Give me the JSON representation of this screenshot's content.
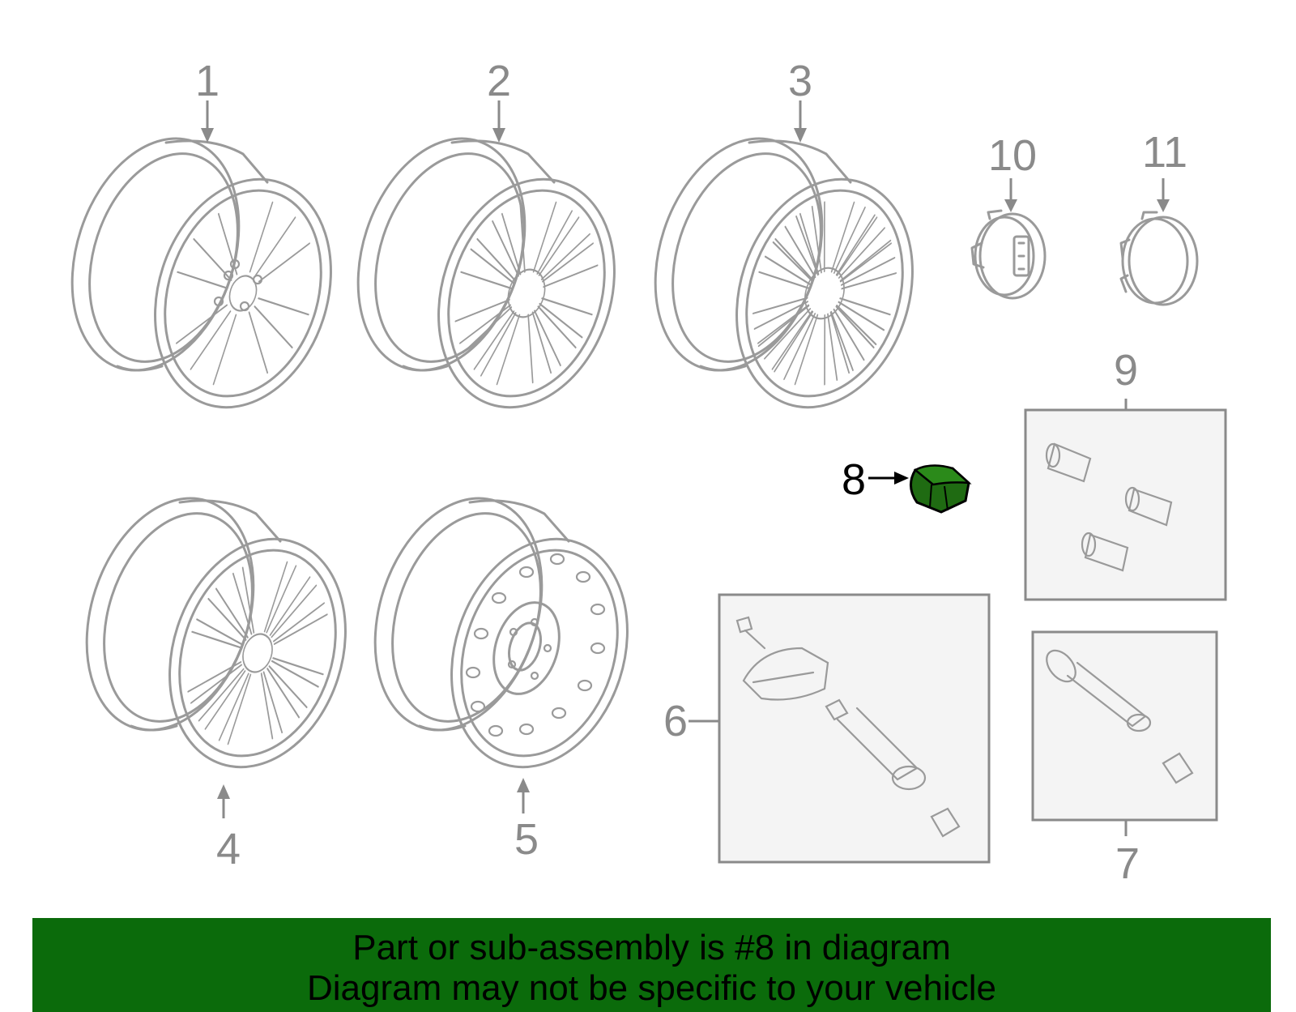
{
  "callouts": {
    "c1": "1",
    "c2": "2",
    "c3": "3",
    "c4": "4",
    "c5": "5",
    "c6": "6",
    "c7": "7",
    "c8": "8",
    "c9": "9",
    "c10": "10",
    "c11": "11"
  },
  "highlighted_part": "8",
  "colors": {
    "banner_background": "#0b6b0b",
    "highlight_fill": "#1f6b12",
    "line_art": "#9a9a9a",
    "group_box_fill": "#f4f4f4"
  },
  "footer": {
    "line1": "Part or sub-assembly is #8 in diagram",
    "line2": "Diagram may not be specific to your vehicle"
  }
}
